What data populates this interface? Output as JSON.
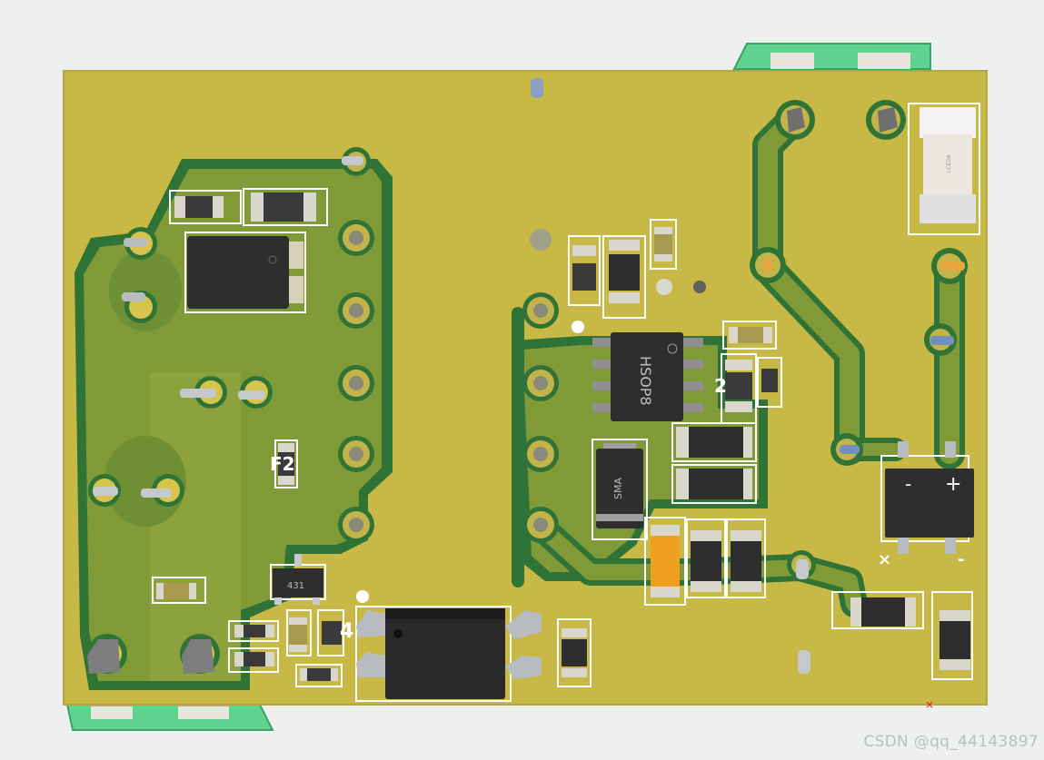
{
  "board": {
    "ic_hsop8_marking": "HSOP8",
    "diode_sma_marking": "SMA",
    "regulator_marking": "431",
    "bridge_minus": "-",
    "bridge_plus": "+",
    "fuse_marking": "LCEDA",
    "designators": {
      "f2": "F2",
      "n4": "4",
      "n2": "2"
    }
  },
  "watermark": "CSDN @qq_44143897",
  "colors": {
    "board_mustard": "#c8b845",
    "copper_green": "#8c9c3a",
    "trace_dark_green": "#2f7336",
    "connector_green": "#5fd38f",
    "silkscreen": "#ffffff",
    "component_black": "#2e2e2e",
    "pad_tan": "#a99f5a",
    "capacitor_orange": "#f0a020"
  }
}
